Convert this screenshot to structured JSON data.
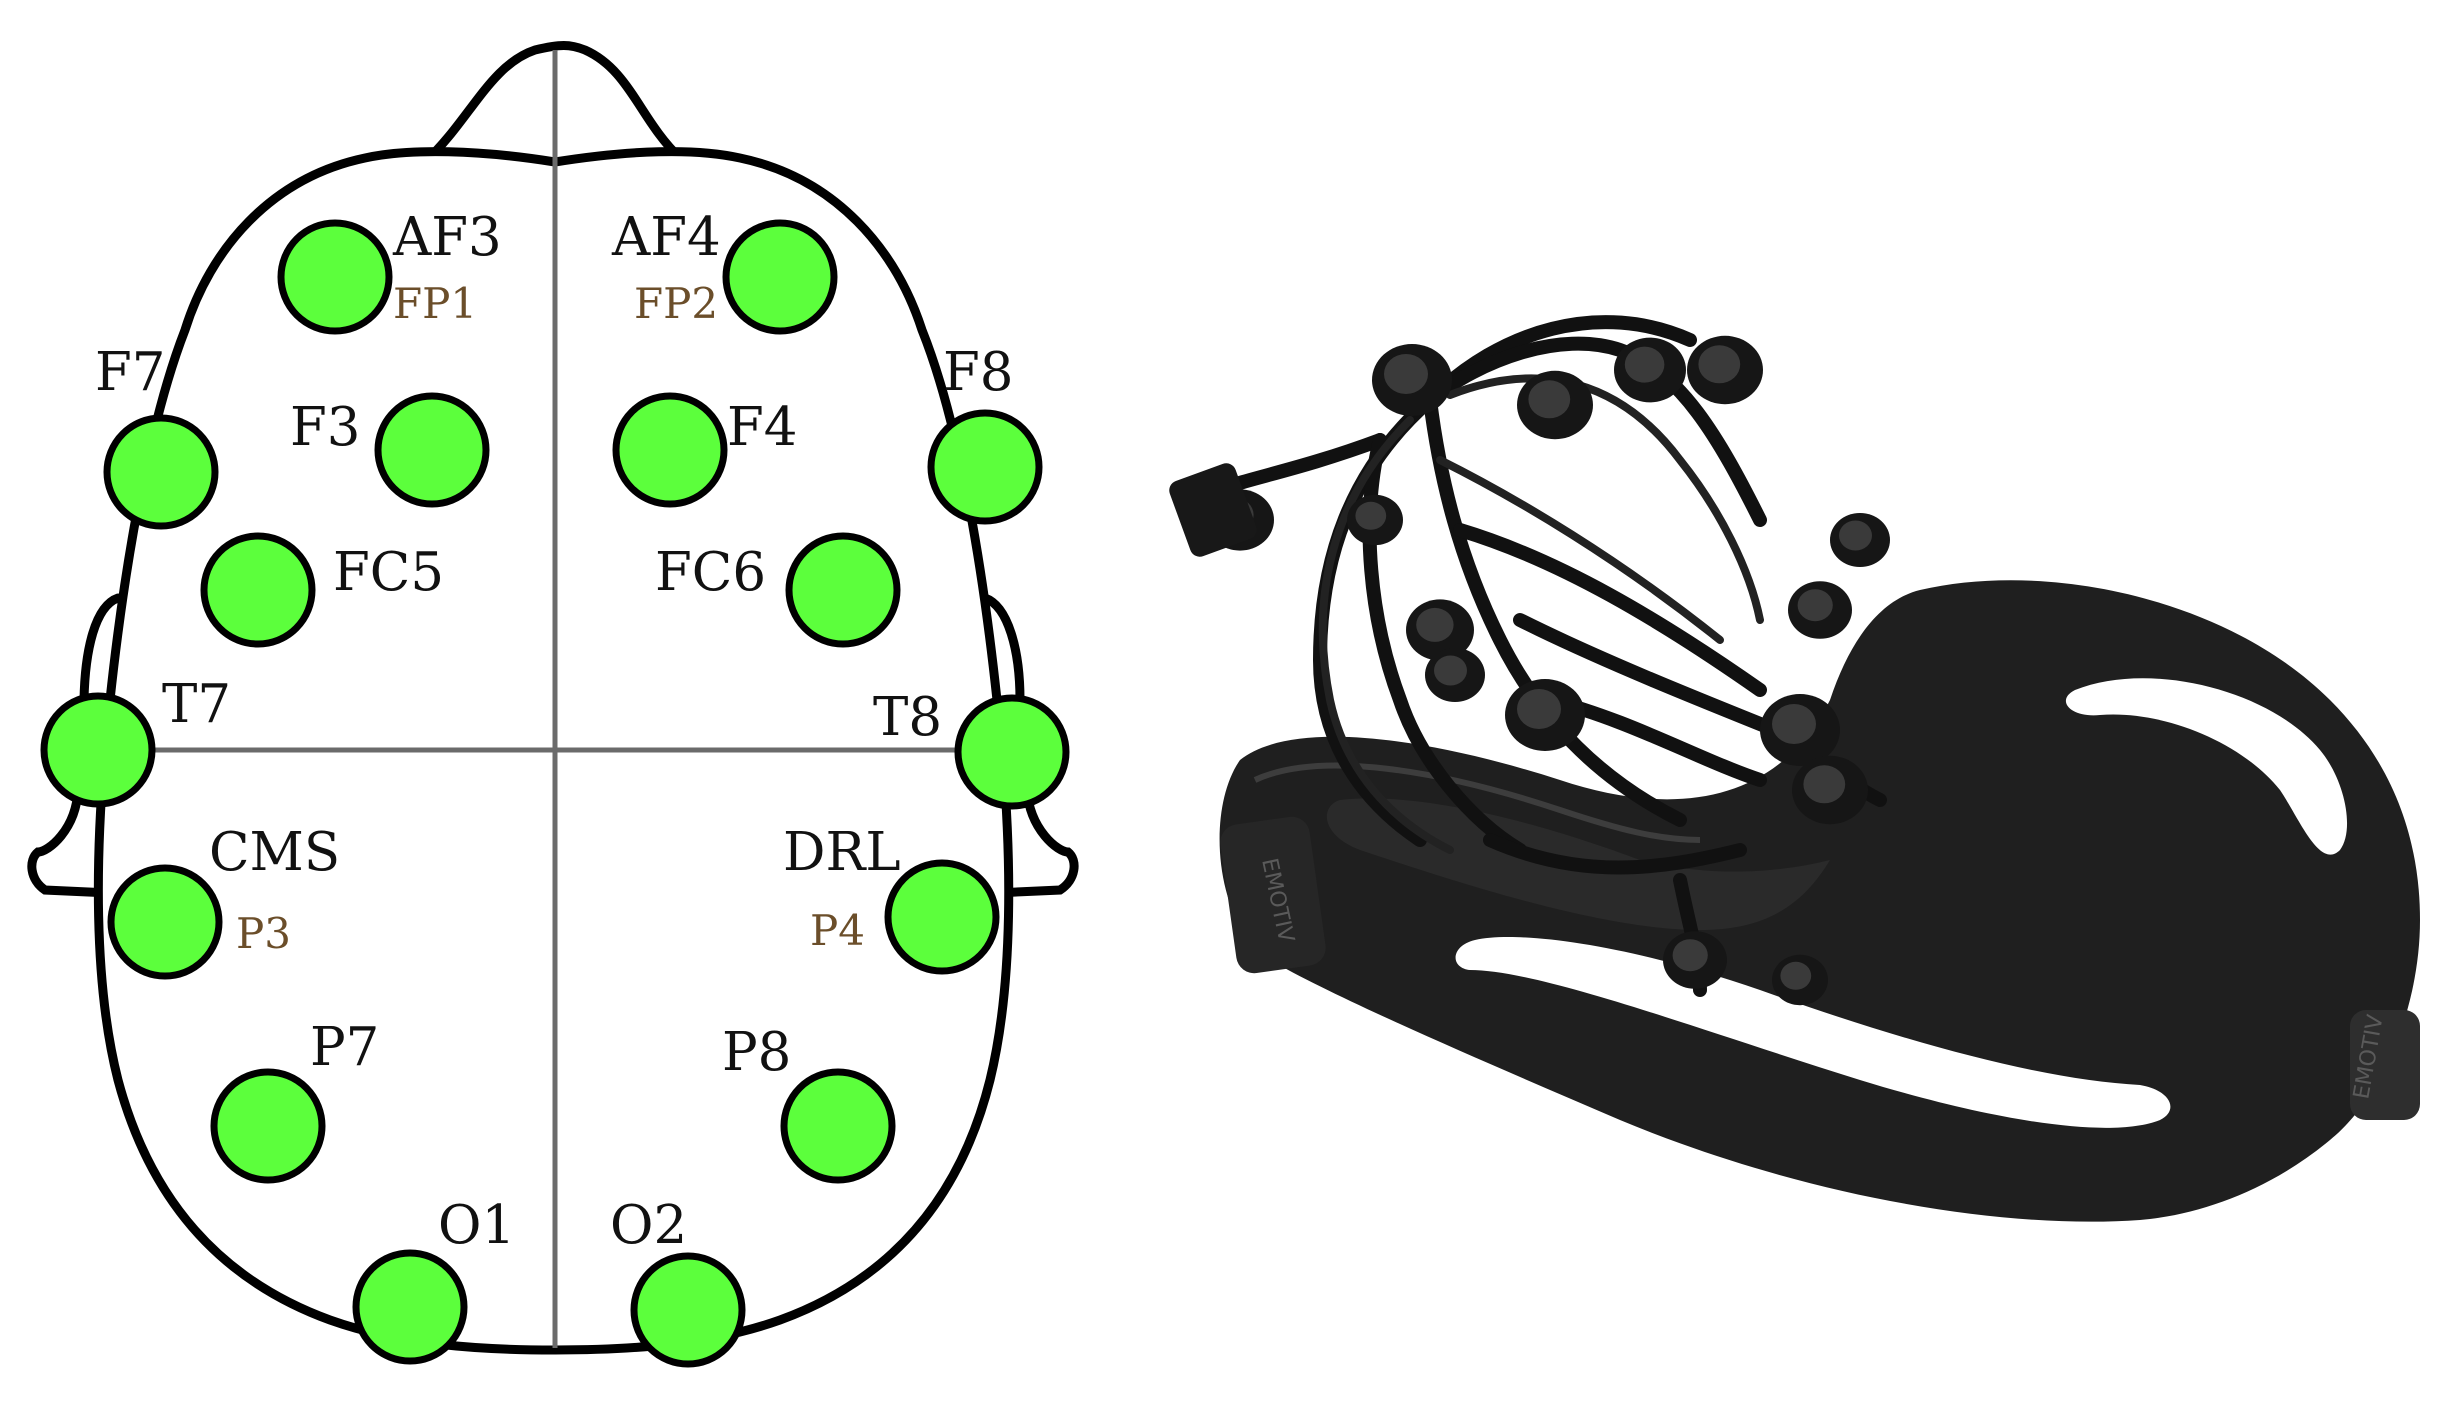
{
  "colors": {
    "electrode_fill": "#5cff3c",
    "outline": "#000000",
    "axis_line": "#6b6b6b",
    "label": "#111111",
    "sub_label": "#6b4e2a",
    "headset_body": "#1f1f1f"
  },
  "montage": {
    "electrodes": [
      {
        "id": "AF3",
        "label": "AF3",
        "sub": "FP1"
      },
      {
        "id": "AF4",
        "label": "AF4",
        "sub": "FP2"
      },
      {
        "id": "F7",
        "label": "F7"
      },
      {
        "id": "F8",
        "label": "F8"
      },
      {
        "id": "F3",
        "label": "F3"
      },
      {
        "id": "F4",
        "label": "F4"
      },
      {
        "id": "FC5",
        "label": "FC5"
      },
      {
        "id": "FC6",
        "label": "FC6"
      },
      {
        "id": "T7",
        "label": "T7"
      },
      {
        "id": "T8",
        "label": "T8"
      },
      {
        "id": "CMS",
        "label": "CMS",
        "sub": "P3"
      },
      {
        "id": "DRL",
        "label": "DRL",
        "sub": "P4"
      },
      {
        "id": "P7",
        "label": "P7"
      },
      {
        "id": "P8",
        "label": "P8"
      },
      {
        "id": "O1",
        "label": "O1"
      },
      {
        "id": "O2",
        "label": "O2"
      }
    ]
  },
  "headset": {
    "brand_side": "EMOTIV",
    "brand_front": "EMOTIV"
  }
}
